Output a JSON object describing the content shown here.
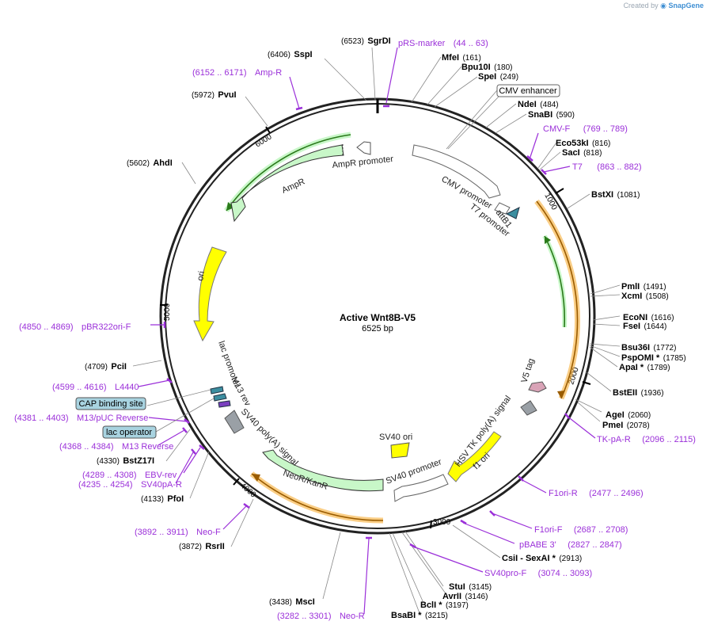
{
  "credit": {
    "prefix": "Created by",
    "brand": "SnapGene"
  },
  "plasmid": {
    "name": "Active Wnt8B-V5",
    "size_label": "6525 bp"
  },
  "ticks": [
    "1000",
    "2000",
    "3000",
    "4000",
    "5000",
    "6000"
  ],
  "enzymes": [
    {
      "name": "SgrDI",
      "pos": "(6523)"
    },
    {
      "name": "SspI",
      "pos": "(6406)"
    },
    {
      "name": "PvuI",
      "pos": "(5972)"
    },
    {
      "name": "AhdI",
      "pos": "(5602)"
    },
    {
      "name": "PciI",
      "pos": "(4709)"
    },
    {
      "name": "BstZ17I",
      "pos": "(4330)"
    },
    {
      "name": "PfoI",
      "pos": "(4133)"
    },
    {
      "name": "RsrII",
      "pos": "(3872)"
    },
    {
      "name": "MscI",
      "pos": "(3438)"
    },
    {
      "name": "BsaBI *",
      "pos": "(3215)"
    },
    {
      "name": "BclI *",
      "pos": "(3197)"
    },
    {
      "name": "AvrII",
      "pos": "(3146)"
    },
    {
      "name": "StuI",
      "pos": "(3145)"
    },
    {
      "name": "CsiI - SexAI *",
      "pos": "(2913)"
    },
    {
      "name": "PmeI",
      "pos": "(2078)"
    },
    {
      "name": "AgeI",
      "pos": "(2060)"
    },
    {
      "name": "BstEII",
      "pos": "(1936)"
    },
    {
      "name": "ApaI *",
      "pos": "(1789)"
    },
    {
      "name": "PspOMI *",
      "pos": "(1785)"
    },
    {
      "name": "Bsu36I",
      "pos": "(1772)"
    },
    {
      "name": "FseI",
      "pos": "(1644)"
    },
    {
      "name": "EcoNI",
      "pos": "(1616)"
    },
    {
      "name": "XcmI",
      "pos": "(1508)"
    },
    {
      "name": "PmlI",
      "pos": "(1491)"
    },
    {
      "name": "BstXI",
      "pos": "(1081)"
    },
    {
      "name": "SacI",
      "pos": "(818)"
    },
    {
      "name": "Eco53kI",
      "pos": "(816)"
    },
    {
      "name": "SnaBI",
      "pos": "(590)"
    },
    {
      "name": "NdeI",
      "pos": "(484)"
    },
    {
      "name": "SpeI",
      "pos": "(249)"
    },
    {
      "name": "Bpu10I",
      "pos": "(180)"
    },
    {
      "name": "MfeI",
      "pos": "(161)"
    }
  ],
  "primers": [
    {
      "name": "pRS-marker",
      "range": "(44 .. 63)"
    },
    {
      "name": "CMV-F",
      "range": "(769 .. 789)"
    },
    {
      "name": "T7",
      "range": "(863 .. 882)"
    },
    {
      "name": "TK-pA-R",
      "range": "(2096 .. 2115)"
    },
    {
      "name": "F1ori-R",
      "range": "(2477 .. 2496)"
    },
    {
      "name": "F1ori-F",
      "range": "(2687 .. 2708)"
    },
    {
      "name": "pBABE 3'",
      "range": "(2827 .. 2847)"
    },
    {
      "name": "SV40pro-F",
      "range": "(3074 .. 3093)"
    },
    {
      "name": "Neo-R",
      "range": "(3282 .. 3301)"
    },
    {
      "name": "Neo-F",
      "range": "(3892 .. 3911)"
    },
    {
      "name": "SV40pA-R",
      "range": "(4235 .. 4254)"
    },
    {
      "name": "EBV-rev",
      "range": "(4289 .. 4308)"
    },
    {
      "name": "M13 Reverse",
      "range": "(4368 .. 4384)"
    },
    {
      "name": "M13/pUC Reverse",
      "range": "(4381 .. 4403)"
    },
    {
      "name": "L4440",
      "range": "(4599 .. 4616)"
    },
    {
      "name": "pBR322ori-F",
      "range": "(4850 .. 4869)"
    },
    {
      "name": "Amp-R",
      "range": "(6152 .. 6171)"
    }
  ],
  "boxed_features": [
    "CMV enhancer",
    "CAP binding site",
    "lac operator"
  ],
  "features": {
    "cmv_promoter": "CMV promoter",
    "t7_promoter": "T7 promoter",
    "attb1": "attB1",
    "v5_tag": "V5 tag",
    "hsv_tk": "HSV TK poly(A) signal",
    "f1_ori": "f1 ori",
    "sv40_promoter": "SV40 promoter",
    "sv40_ori": "SV40 ori",
    "neor": "NeoR/KanR",
    "sv40_polya": "SV40 poly(A) signal",
    "m13_rev": "M13 rev",
    "lac_promoter": "lac promoter",
    "ori": "ori",
    "ampr": "AmpR",
    "ampr_promoter": "AmpR promoter"
  },
  "colors": {
    "primer": "#9b30d9",
    "ampr": "#c8f7c8",
    "ori": "#ffff00",
    "orf_highlight": "#f5a623",
    "teal": "#3c8ea0",
    "gray": "#9aa0a6"
  }
}
